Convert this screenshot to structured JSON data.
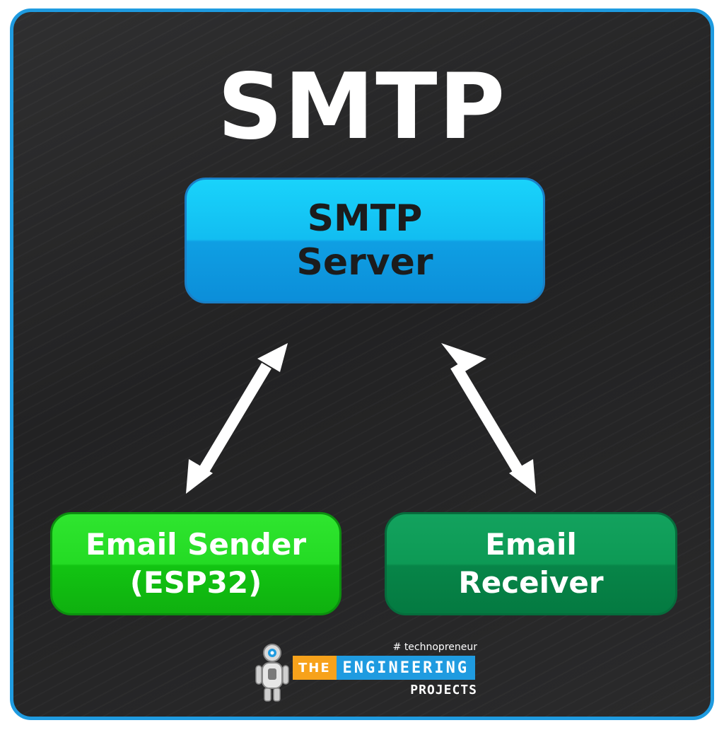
{
  "title": "SMTP",
  "nodes": {
    "server": {
      "line1": "SMTP",
      "line2": "Server"
    },
    "sender": {
      "line1": "Email Sender",
      "line2": "(ESP32)"
    },
    "receiver": {
      "line1": "Email",
      "line2": "Receiver"
    }
  },
  "edges": [
    {
      "from": "sender",
      "to": "server",
      "style": "bidirectional-arrow"
    },
    {
      "from": "receiver",
      "to": "server",
      "style": "bidirectional-arrow"
    }
  ],
  "logo": {
    "tagline": "# technopreneur",
    "word1": "THE",
    "word2": "ENGINEERING",
    "word3": "PROJECTS"
  },
  "colors": {
    "border": "#1f9be0",
    "background": "#252526",
    "server": "#12bdf1",
    "sender": "#24db24",
    "receiver": "#0d9a55",
    "arrow": "#ffffff"
  }
}
